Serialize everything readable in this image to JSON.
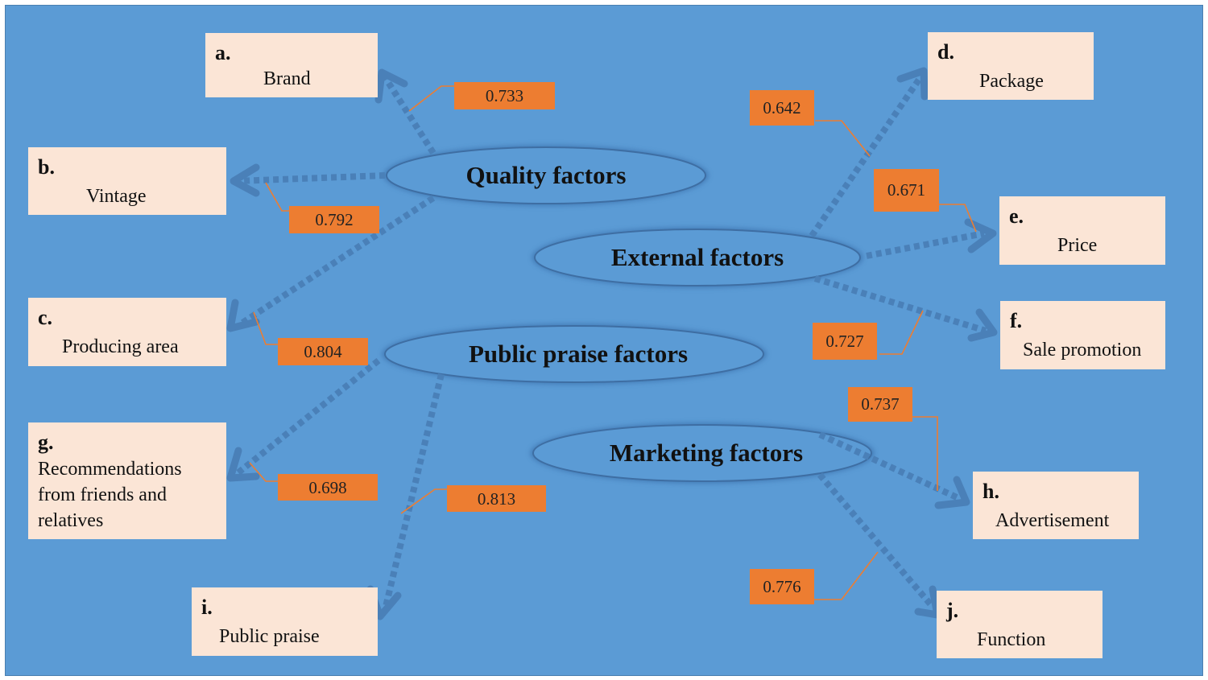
{
  "factors": {
    "quality": "Quality factors",
    "external": "External factors",
    "public_praise": "Public praise factors",
    "marketing": "Marketing factors"
  },
  "items": {
    "a": {
      "letter": "a.",
      "label": "Brand"
    },
    "b": {
      "letter": "b.",
      "label": "Vintage"
    },
    "c": {
      "letter": "c.",
      "label": "Producing area"
    },
    "d": {
      "letter": "d.",
      "label": "Package"
    },
    "e": {
      "letter": "e.",
      "label": "Price"
    },
    "f": {
      "letter": "f.",
      "label": "Sale promotion"
    },
    "g": {
      "letter": "g.",
      "label": "Recommendations from friends and relatives"
    },
    "h": {
      "letter": "h.",
      "label": "Advertisement"
    },
    "i": {
      "letter": "i.",
      "label": "Public praise"
    },
    "j": {
      "letter": "j.",
      "label": "Function"
    }
  },
  "weights": {
    "a": "0.733",
    "b": "0.792",
    "c": "0.804",
    "d": "0.642",
    "e": "0.671",
    "f": "0.727",
    "g": "0.698",
    "h": "0.737",
    "i": "0.813",
    "j": "0.776"
  },
  "colors": {
    "background": "#5b9bd5",
    "box_fill": "#fbe5d6",
    "weight_fill": "#ed7d31",
    "arrow": "#4a80b8",
    "leader": "#ed7d31"
  }
}
